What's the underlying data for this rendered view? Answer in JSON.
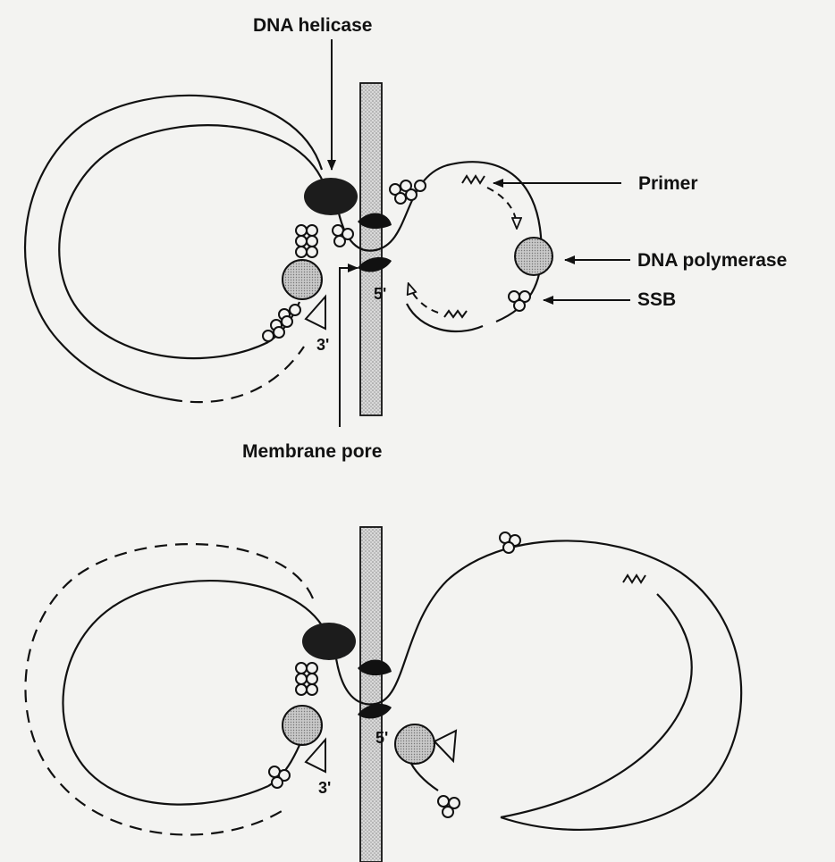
{
  "labels": {
    "dna_helicase": "DNA helicase",
    "primer": "Primer",
    "dna_polymerase": "DNA polymerase",
    "ssb": "SSB",
    "membrane_pore": "Membrane pore",
    "top_five_prime": "5'",
    "top_three_prime": "3'",
    "bottom_five_prime": "5'",
    "bottom_three_prime": "3'"
  },
  "colors": {
    "ink": "#111111",
    "background": "#f3f3f1",
    "helicase_fill": "#1c1c1c",
    "pore_fill": "#cfcfcf",
    "polymerase_fill": "#bdbdbd"
  }
}
